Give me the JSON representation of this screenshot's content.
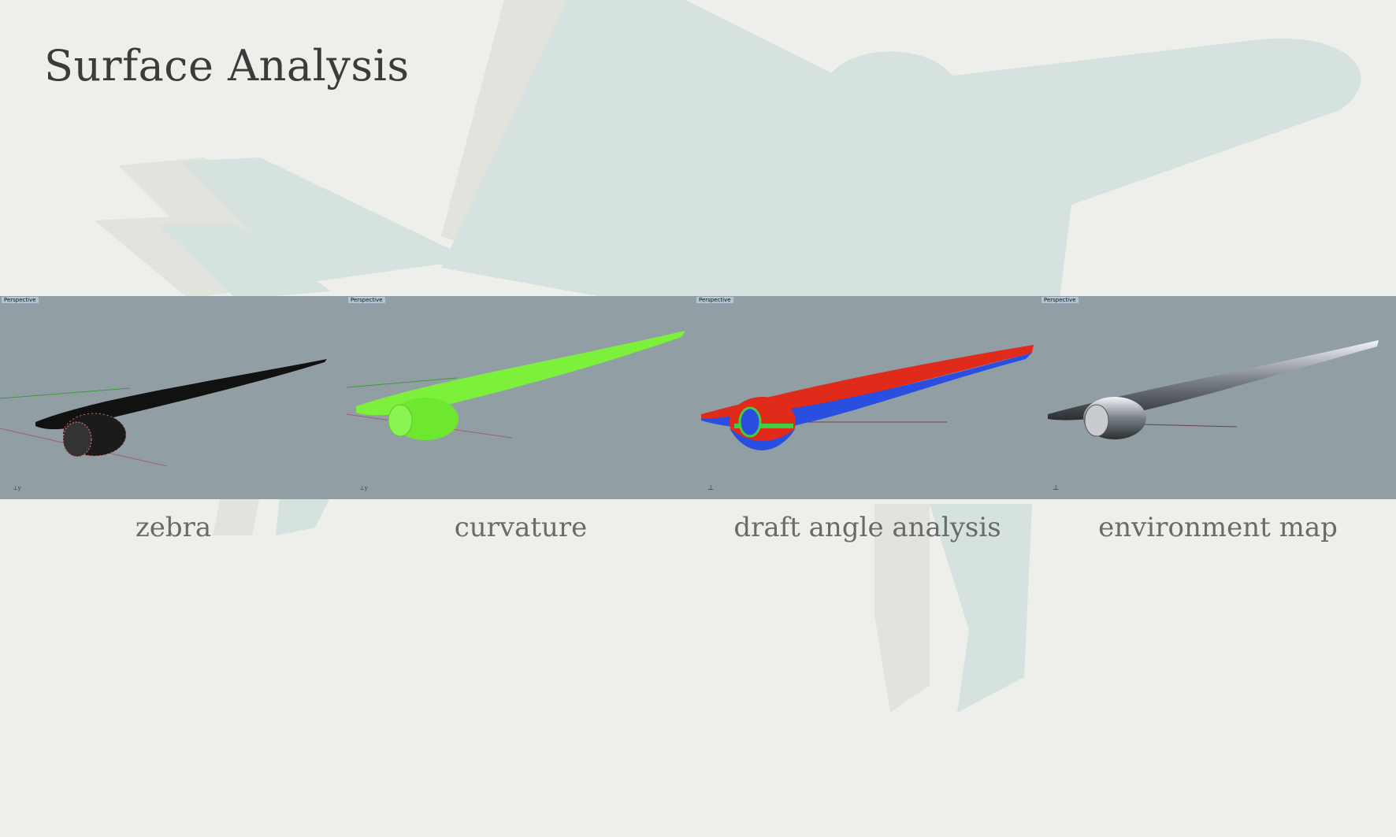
{
  "title": "Surface Analysis",
  "viewports": [
    {
      "tag": "Perspective",
      "caption": "zebra"
    },
    {
      "tag": "Perspective",
      "caption": "curvature"
    },
    {
      "tag": "Perspective",
      "caption": "draft angle analysis"
    },
    {
      "tag": "Perspective",
      "caption": "environment map"
    }
  ],
  "colors": {
    "background": "#eeeeea",
    "viewport": "#919fa4",
    "plane_watermark": "#d5e2df"
  }
}
